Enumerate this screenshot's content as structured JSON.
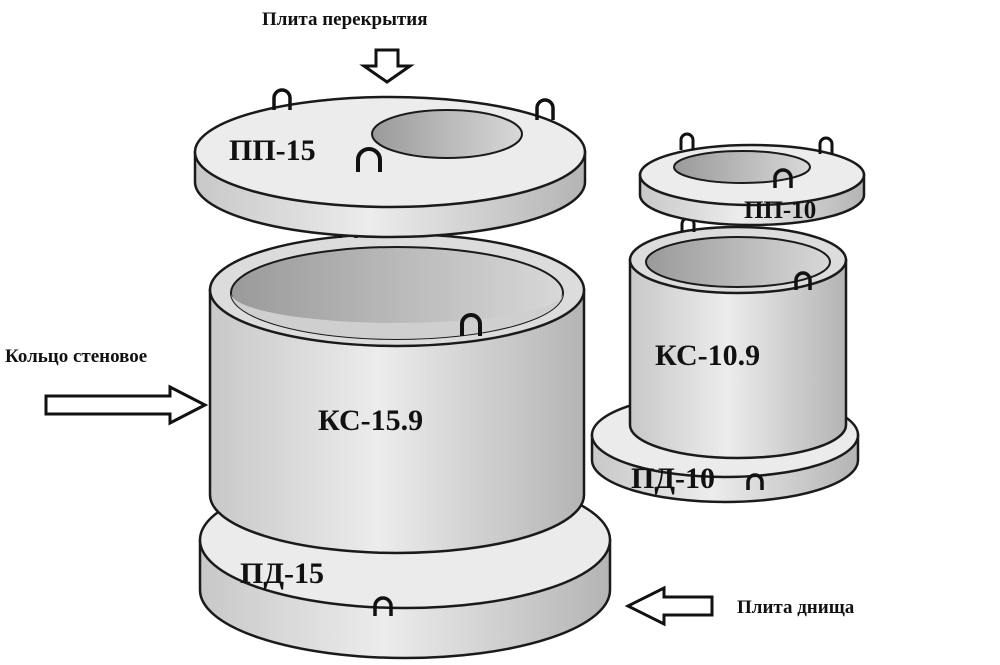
{
  "labels": {
    "top_slab": "Плита перекрытия",
    "wall_ring": "Кольцо стеновое",
    "bottom_slab": "Плита днища"
  },
  "parts": {
    "big_cover": "ПП-15",
    "big_ring": "КС-15.9",
    "big_base": "ПД-15",
    "small_cover": "ПП-10",
    "small_ring": "КС-10.9",
    "small_base": "ПД-10"
  },
  "colors": {
    "concrete_light": "#e6e6e6",
    "concrete_shade": "#b9b9b9",
    "outline": "#1a1a1a",
    "arrow_fill": "#ffffff"
  },
  "icons": [
    "down-arrow-icon",
    "right-arrow-icon",
    "left-arrow-icon",
    "lifting-loop-icon"
  ]
}
